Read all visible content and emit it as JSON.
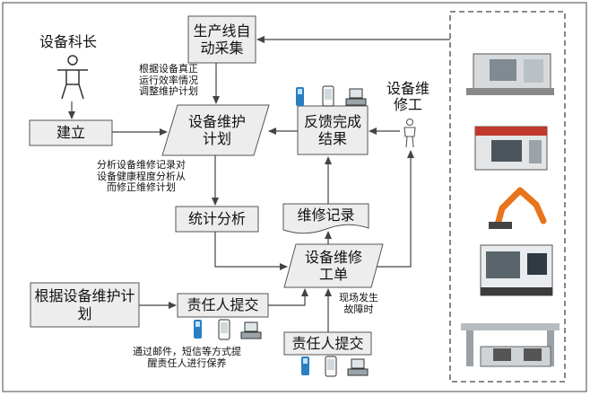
{
  "diagram": {
    "nodes": {
      "manager_label": "设备科长",
      "auto_collect": "生产线自动采集",
      "establish": "建立",
      "maintenance_plan": "设备维护计划",
      "feedback": "反馈完成结果",
      "repairman_label": "设备维修工",
      "stats": "统计分析",
      "record": "维修记录",
      "work_order": "设备维修工单",
      "by_plan": "根据设备维护计划",
      "submit_1": "责任人提交",
      "submit_2": "责任人提交"
    },
    "notes": {
      "adjust_plan": [
        "根据设备真正",
        "运行效率情况",
        "调整维护计划"
      ],
      "analyze_records": [
        "分析设备维修记录对",
        "设备健康程度分析从",
        "而修正维修计划"
      ],
      "onsite_fault": [
        "现场发生",
        "故障时"
      ],
      "notify": [
        "通过邮件，短信等方式提",
        "醒责任人进行保养"
      ]
    },
    "icons": [
      "person-icon",
      "kiosk-icon",
      "phone-icon",
      "computer-icon",
      "cnc-machine-icon",
      "machining-center-icon",
      "robot-arm-icon",
      "lathe-icon",
      "gantry-machine-icon"
    ],
    "colors": {
      "box_fill": "#ededed",
      "line": "#555555",
      "arrow": "#444444",
      "robot_orange": "#e8741c",
      "machine_red": "#c0392b",
      "kiosk_blue": "#2a7fc1"
    }
  }
}
